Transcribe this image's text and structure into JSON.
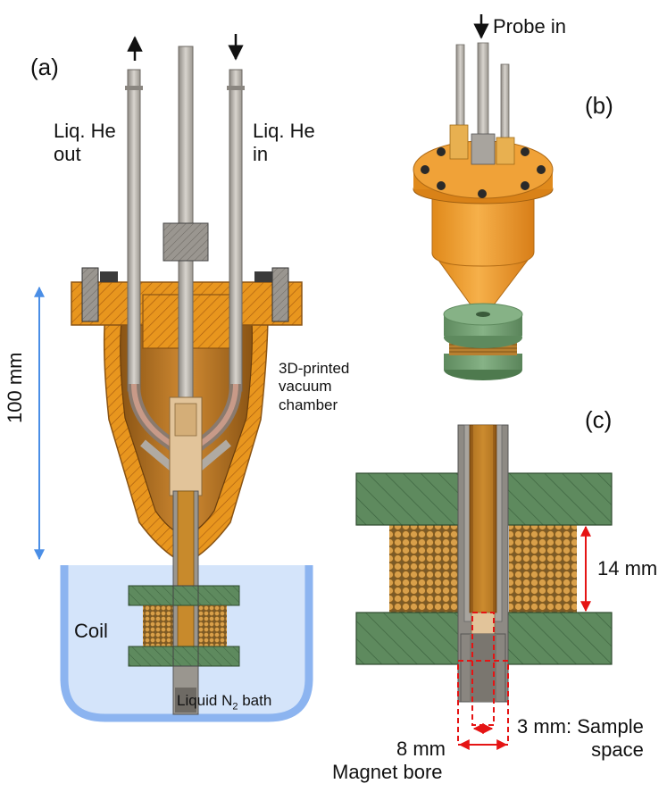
{
  "panels": {
    "a": "(a)",
    "b": "(b)",
    "c": "(c)"
  },
  "labels": {
    "he_out_line1": "Liq. He",
    "he_out_line2": "out",
    "he_in_line1": "Liq. He",
    "he_in_line2": "in",
    "chamber_line1": "3D-printed",
    "chamber_line2": "vacuum",
    "chamber_line3": "chamber",
    "scale_bar": "100 mm",
    "coil": "Coil",
    "bath_prefix": "Liquid N",
    "bath_sub": "2",
    "bath_suffix": " bath",
    "probe_in": "Probe in",
    "gap": "14 mm",
    "sample_space_line1": "3 mm: Sample",
    "sample_space_line2": "space",
    "bore_line1": "8 mm",
    "bore_line2": "Magnet bore"
  },
  "colors": {
    "chamber_orange": "#E8961E",
    "chamber_dark": "#B86A14",
    "coil_green": "#5E8A5E",
    "steel": "#B8B4AE",
    "steel_dark": "#8A8680",
    "bath_fill": "#D4E4FA",
    "bath_border": "#8CB4F0",
    "scale_arrow": "#4A8EE6",
    "dimension_red": "#E51414",
    "wire": "#C98A2C"
  }
}
